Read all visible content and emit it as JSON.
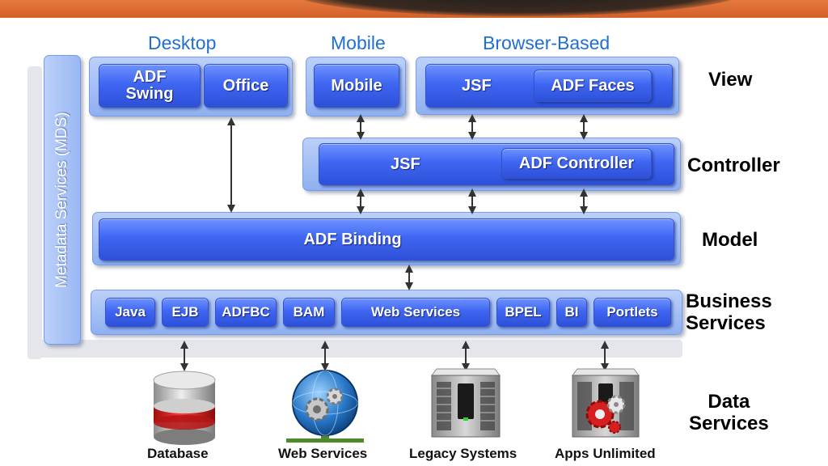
{
  "headings": {
    "desktop": "Desktop",
    "mobile": "Mobile",
    "browser": "Browser-Based"
  },
  "mds_label": "Metadata Services (MDS)",
  "view": {
    "label": "View",
    "desktop_boxes": [
      "ADF Swing",
      "Office"
    ],
    "mobile_box": "Mobile",
    "browser_boxes": [
      "JSF",
      "ADF Faces"
    ]
  },
  "controller": {
    "label": "Controller",
    "boxes": [
      "JSF",
      "ADF Controller"
    ]
  },
  "model": {
    "label": "Model",
    "box": "ADF Binding"
  },
  "business": {
    "label_line1": "Business",
    "label_line2": "Services",
    "boxes": [
      "Java",
      "EJB",
      "ADFBC",
      "BAM",
      "Web Services",
      "BPEL",
      "BI",
      "Portlets"
    ]
  },
  "data": {
    "label_line1": "Data",
    "label_line2": "Services",
    "items": [
      "Database",
      "Web Services",
      "Legacy Systems",
      "Apps Unlimited"
    ]
  },
  "colors": {
    "heading": "#1f6fd1",
    "box": "#3f66f2",
    "panel": "#9ab8f3",
    "accent_red": "#d62020"
  },
  "icons": [
    "database-icon",
    "web-services-globe-icon",
    "legacy-server-icon",
    "apps-unlimited-server-icon"
  ]
}
